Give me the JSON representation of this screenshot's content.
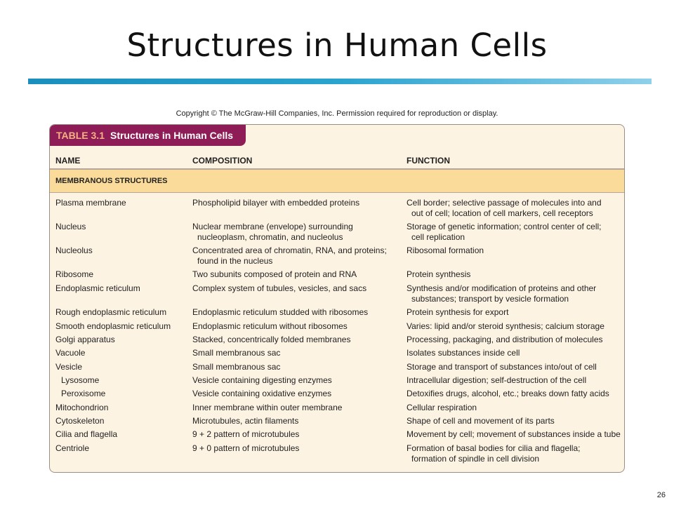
{
  "slide": {
    "title": "Structures in Human Cells",
    "copyright": "Copyright © The McGraw-Hill Companies, Inc. Permission required for reproduction or display.",
    "page_number": "26"
  },
  "table": {
    "tab_number": "TABLE 3.1",
    "tab_title": "Structures in Human Cells",
    "headers": {
      "name": "NAME",
      "composition": "COMPOSITION",
      "function": "FUNCTION"
    },
    "section": "MEMBRANOUS STRUCTURES",
    "rows": [
      {
        "name": "Plasma membrane",
        "composition": [
          "Phospholipid bilayer with embedded proteins"
        ],
        "function": [
          "Cell border; selective passage of molecules into and",
          "out of cell; location of cell markers, cell receptors"
        ]
      },
      {
        "name": "Nucleus",
        "composition": [
          "Nuclear membrane (envelope) surrounding",
          "nucleoplasm, chromatin, and nucleolus"
        ],
        "function": [
          "Storage of genetic information; control center of cell;",
          "cell replication"
        ]
      },
      {
        "name": "Nucleolus",
        "composition": [
          "Concentrated area of chromatin, RNA, and proteins;",
          "found in the nucleus"
        ],
        "function": [
          "Ribosomal formation"
        ]
      },
      {
        "name": "Ribosome",
        "composition": [
          "Two subunits composed of protein and RNA"
        ],
        "function": [
          "Protein synthesis"
        ]
      },
      {
        "name": "Endoplasmic reticulum",
        "composition": [
          "Complex system of tubules, vesicles, and sacs"
        ],
        "function": [
          "Synthesis and/or modification of proteins and other",
          "substances; transport by vesicle formation"
        ]
      },
      {
        "name": "Rough endoplasmic reticulum",
        "composition": [
          "Endoplasmic reticulum studded with ribosomes"
        ],
        "function": [
          "Protein synthesis for export"
        ]
      },
      {
        "name": "Smooth endoplasmic reticulum",
        "composition": [
          "Endoplasmic reticulum without ribosomes"
        ],
        "function": [
          "Varies: lipid and/or steroid synthesis; calcium storage"
        ]
      },
      {
        "name": "Golgi apparatus",
        "composition": [
          "Stacked, concentrically folded membranes"
        ],
        "function": [
          "Processing, packaging, and distribution of molecules"
        ]
      },
      {
        "name": "Vacuole",
        "composition": [
          "Small membranous sac"
        ],
        "function": [
          "Isolates substances inside cell"
        ]
      },
      {
        "name": "Vesicle",
        "composition": [
          "Small membranous sac"
        ],
        "function": [
          "Storage and transport of substances into/out of cell"
        ]
      },
      {
        "name": "Lysosome",
        "composition": [
          "Vesicle containing digesting enzymes"
        ],
        "function": [
          "Intracellular digestion; self-destruction of the cell"
        ]
      },
      {
        "name": "Peroxisome",
        "composition": [
          "Vesicle containing oxidative enzymes"
        ],
        "function": [
          "Detoxifies drugs, alcohol, etc.; breaks down fatty acids"
        ]
      },
      {
        "name": "Mitochondrion",
        "composition": [
          "Inner membrane within outer membrane"
        ],
        "function": [
          "Cellular respiration"
        ]
      },
      {
        "name": "Cytoskeleton",
        "composition": [
          "Microtubules, actin filaments"
        ],
        "function": [
          "Shape of cell and movement of its parts"
        ]
      },
      {
        "name": "Cilia and flagella",
        "composition": [
          "9 + 2 pattern of microtubules"
        ],
        "function": [
          "Movement by cell; movement of substances inside a tube"
        ]
      },
      {
        "name": "Centriole",
        "composition": [
          "9 + 0 pattern of microtubules"
        ],
        "function": [
          "Formation of basal bodies for cilia and flagella;",
          "formation of spindle in cell division"
        ]
      }
    ]
  }
}
